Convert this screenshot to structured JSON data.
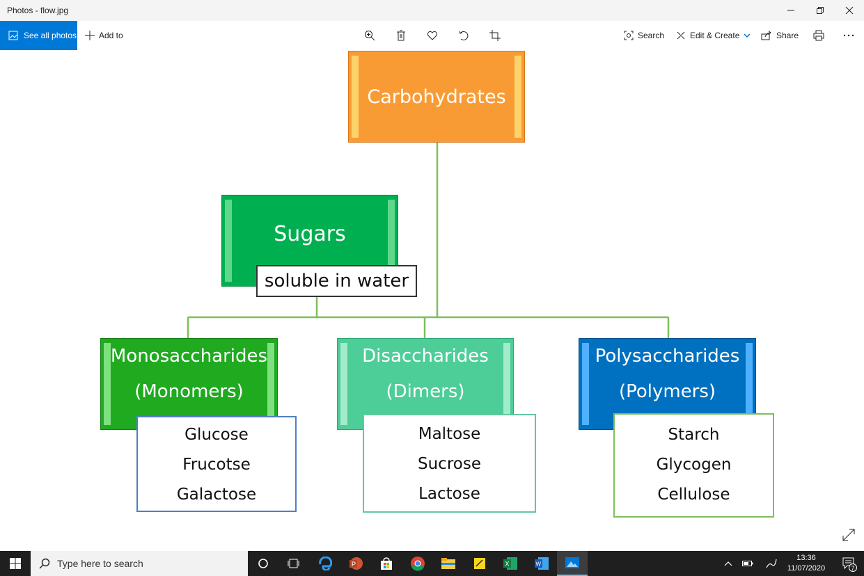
{
  "window": {
    "title": "Photos - flow.jpg",
    "minimize_icon": "minimize-icon",
    "restore_icon": "restore-icon",
    "close_icon": "close-icon"
  },
  "toolbar": {
    "see_all_photos": "See all photos",
    "add_to": "Add to",
    "search": "Search",
    "edit_create": "Edit & Create",
    "share": "Share",
    "icons": [
      "zoom-in-icon",
      "delete-icon",
      "favorite-icon",
      "rotate-icon",
      "crop-icon",
      "print-icon",
      "more-icon"
    ]
  },
  "diagram": {
    "root": "Carbohydrates",
    "sugars": "Sugars",
    "sugars_note": "soluble in water",
    "groups": [
      {
        "title_line1": "Monosaccharides",
        "title_line2": "(Monomers)",
        "items": [
          "Glucose",
          "Frucotse",
          "Galactose"
        ]
      },
      {
        "title_line1": "Disaccharides",
        "title_line2": "(Dimers)",
        "items": [
          "Maltose",
          "Sucrose",
          "Lactose"
        ]
      },
      {
        "title_line1": "Polysaccharides",
        "title_line2": "(Polymers)",
        "items": [
          "Starch",
          "Glycogen",
          "Cellulose"
        ]
      }
    ],
    "colors": {
      "root": "#f99b35",
      "sugars": "#00b050",
      "mono": "#1faa1f",
      "di": "#4dcd98",
      "poly": "#0070c0",
      "connector": "#7dbf5a"
    }
  },
  "taskbar": {
    "search_placeholder": "Type here to search",
    "time": "13:36",
    "date": "11/07/2020",
    "notification_count": "7"
  }
}
